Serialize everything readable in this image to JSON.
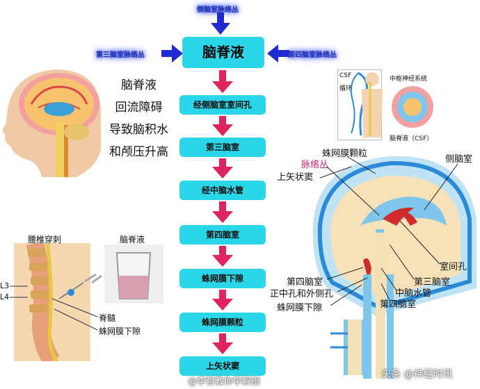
{
  "top_blurred_label": "侧脑室脉络丛",
  "left_blurred_label": "第三脑室脉络丛",
  "right_blurred_label": "第四脑室脉络丛",
  "main_node": "脑脊液",
  "flow_nodes": [
    "经侧脑室室间孔",
    "第三脑室",
    "经中脑水管",
    "第四脑室",
    "蛛网膜下隙",
    "蛛网膜颗粒",
    "上矢状窦"
  ],
  "left_caption": [
    "脑脊液",
    "回流障碍",
    "导致脑积水",
    "和颅压升高"
  ],
  "lumbar": {
    "title": "腰椎穿刺",
    "csf_label": "脑脊液",
    "l3": "L3",
    "l4": "L4",
    "spinal_cord": "脊髓",
    "subarachnoid": "蛛网膜下隙"
  },
  "small_diagram": {
    "csf": "CSF",
    "circulation": "循环",
    "cns": "中枢神经系统",
    "csf_full": "脑脊液（CSF）"
  },
  "brain_labels": {
    "granulation": "蛛网膜颗粒",
    "plexus": "脉络丛",
    "sinus": "上矢状窦",
    "lateral_ventricle": "侧脑室",
    "interventricular": "室间孔",
    "third_ventricle": "第三脑室",
    "aqueduct": "中脑水管",
    "fourth_ventricle_left": "第四脑室",
    "foramina": "正中孔和外侧孔",
    "subarachnoid": "蛛网膜下隙",
    "fourth_ventricle_bottom": "第四脑室"
  },
  "watermark_center": "@李哲教你学解剖",
  "watermark_right": "头条 @神经时讯",
  "colors": {
    "flow_box": "#2ad6e8",
    "arrow": "#e0245e",
    "blue_arrow": "#1f2bd0",
    "plexus_label": "#d6246e"
  }
}
